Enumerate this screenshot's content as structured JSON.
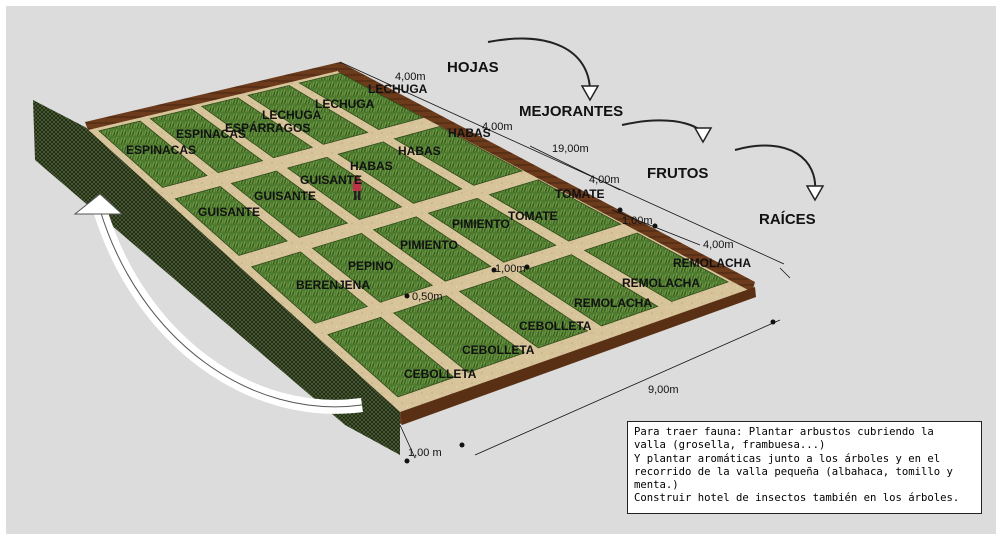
{
  "colors": {
    "background": "#ffffff",
    "panel": "#dcdcdc",
    "grass": "#4e7a2f",
    "path": "#d8c49a",
    "fence": "#1e2a12",
    "border_wood": "#6b3b1c"
  },
  "groups": {
    "hojas": "HOJAS",
    "mejorantes": "MEJORANTES",
    "frutos": "FRUTOS",
    "raices": "RAÍCES"
  },
  "crops": {
    "lechuga_1": "LECHUGA",
    "lechuga_2": "LECHUGA",
    "lechuga_3": "LECHUGA",
    "esparragos": "ESPÁRRAGOS",
    "espinacas_1": "ESPINACAS",
    "espinacas_2": "ESPINACAS",
    "habas_1": "HABAS",
    "habas_2": "HABAS",
    "habas_3": "HABAS",
    "guisante_1": "GUISANTE",
    "guisante_2": "GUISANTE",
    "guisante_3": "GUISANTE",
    "tomate_1": "TOMATE",
    "tomate_2": "TOMATE",
    "pimiento_1": "PIMIENTO",
    "pimiento_2": "PIMIENTO",
    "pepino": "PEPINO",
    "berenjena": "BERENJENA",
    "remolacha_1": "REMOLACHA",
    "remolacha_2": "REMOLACHA",
    "remolacha_3": "REMOLACHA",
    "cebolleta_1": "CEBOLLETA",
    "cebolleta_2": "CEBOLLETA",
    "cebolleta_3": "CEBOLLETA"
  },
  "dimensions": {
    "top_width": "4,00m",
    "strip_width_1": "4,00m",
    "strip_width_2": "4,00m",
    "length": "19,00m",
    "path_1": "1,00m",
    "path_2": "1,00m",
    "path_3": "0,50m",
    "raices_width": "4,00m",
    "total_width": "9,00m",
    "fence_gap": "1,00 m"
  },
  "note": {
    "line_1": "Para traer fauna: Plantar arbustos cubriendo la",
    "line_2": "valla (grosella, frambuesa...)",
    "line_3": "Y plantar aromáticas junto a los árboles y en el",
    "line_4": "recorrido de la valla pequeña (albahaca, tomillo y",
    "line_5": "menta.)",
    "line_6": "Construir hotel de insectos también en los árboles."
  }
}
